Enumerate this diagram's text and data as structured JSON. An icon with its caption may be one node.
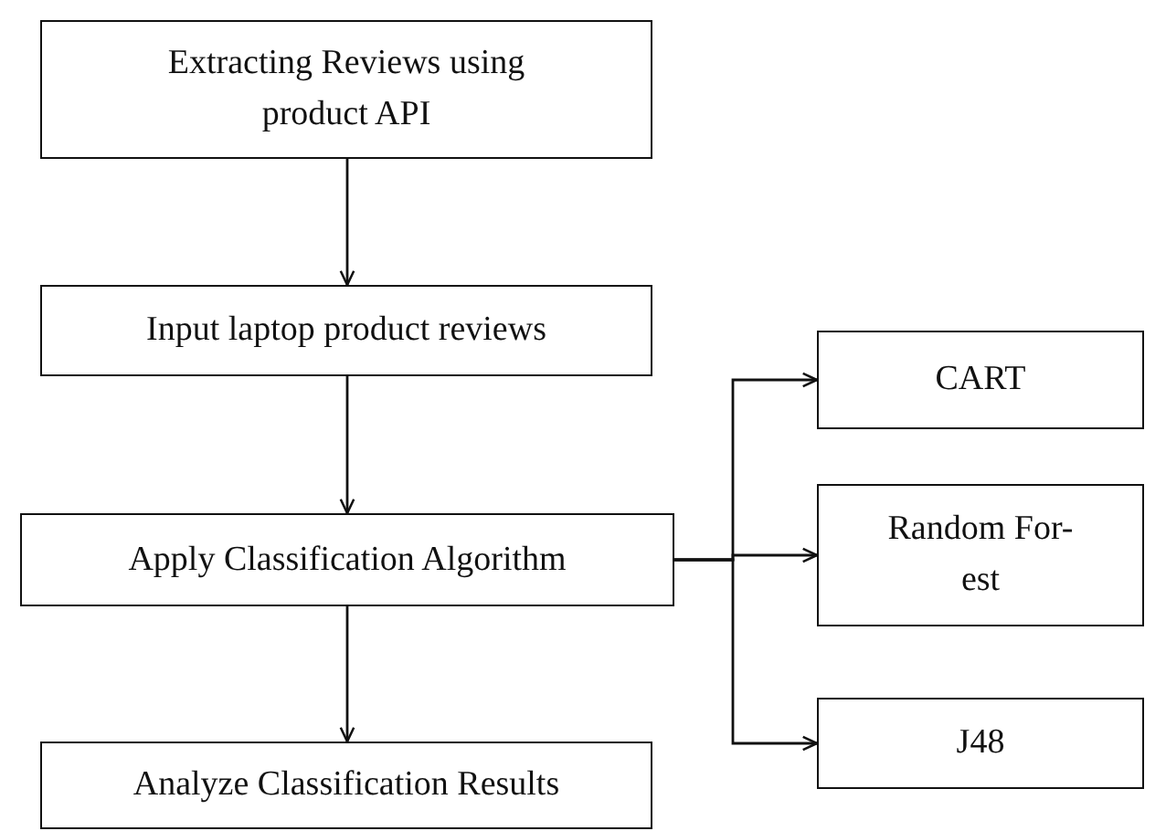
{
  "diagram": {
    "nodes": [
      {
        "text": [
          "Extracting Reviews using product API"
        ]
      },
      {
        "text": [
          "Input laptop product reviews"
        ]
      },
      {
        "text": [
          "Apply Classification Algorithm"
        ]
      },
      {
        "text": [
          "Analyze Classification Results"
        ]
      },
      {
        "text": [
          "CART"
        ]
      },
      {
        "text": [
          "Random For- est"
        ]
      },
      {
        "text": [
          "J48"
        ]
      }
    ],
    "edges": [
      {
        "from": 0,
        "to": 1,
        "arrow": "to"
      },
      {
        "from": 1,
        "to": 2,
        "arrow": "to"
      },
      {
        "from": 2,
        "to": 3,
        "arrow": "to"
      },
      {
        "from": 2,
        "to": 4,
        "arrow": "to"
      },
      {
        "from": 2,
        "to": 5,
        "arrow": "to"
      },
      {
        "from": 2,
        "to": 6,
        "arrow": "to"
      }
    ]
  }
}
